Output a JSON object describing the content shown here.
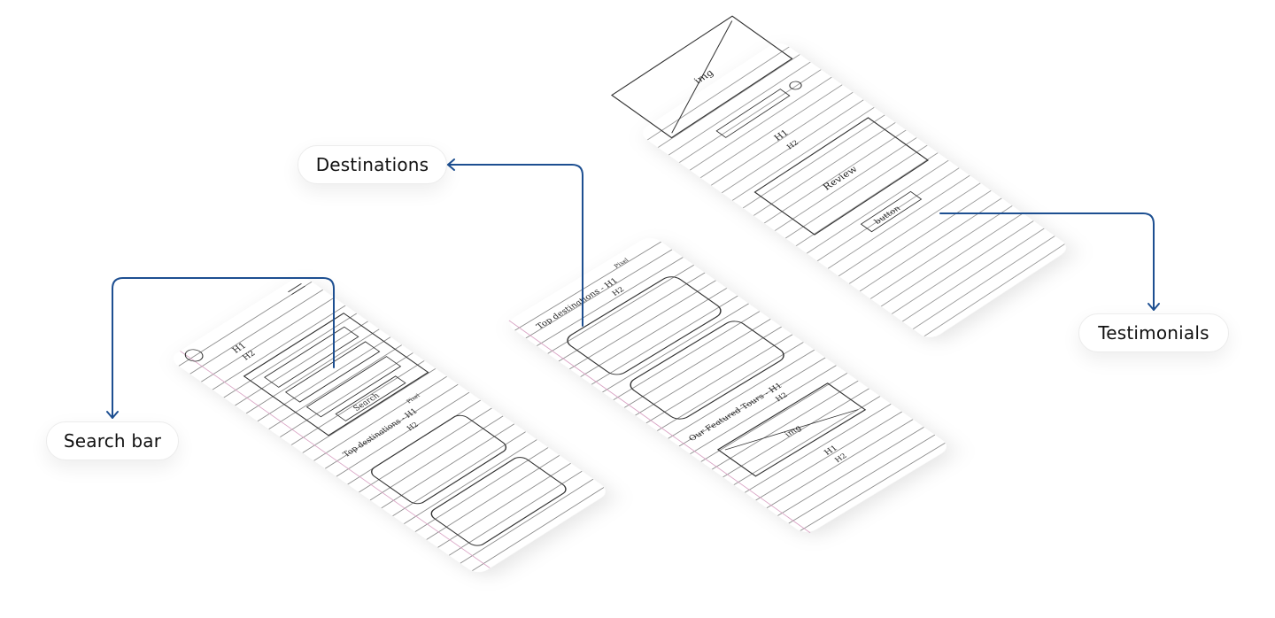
{
  "callouts": {
    "search_bar": "Search bar",
    "destinations": "Destinations",
    "testimonials": "Testimonials"
  },
  "colors": {
    "connector": "#1d4f91",
    "sketch_ink": "#2a2a2a",
    "ruled_line": "#9a9a9a",
    "margin_line": "#d9a3c4"
  },
  "sketches": {
    "home": {
      "h1": "H1",
      "h2": "H2",
      "search": "Search",
      "section_title": "Top destinations - H1",
      "section_h2": "H2",
      "badge": "Pixel"
    },
    "destinations": {
      "section_title": "Top destinations - H1",
      "section_h2": "H2",
      "badge": "Pixel",
      "featured_title": "Our Featured Tours - H1",
      "featured_h2": "H2",
      "img": "img",
      "h1": "H1",
      "h2": "H2"
    },
    "testimonials": {
      "img": "img",
      "h1": "H1",
      "h2": "H2",
      "review": "Review",
      "button": "button"
    }
  }
}
